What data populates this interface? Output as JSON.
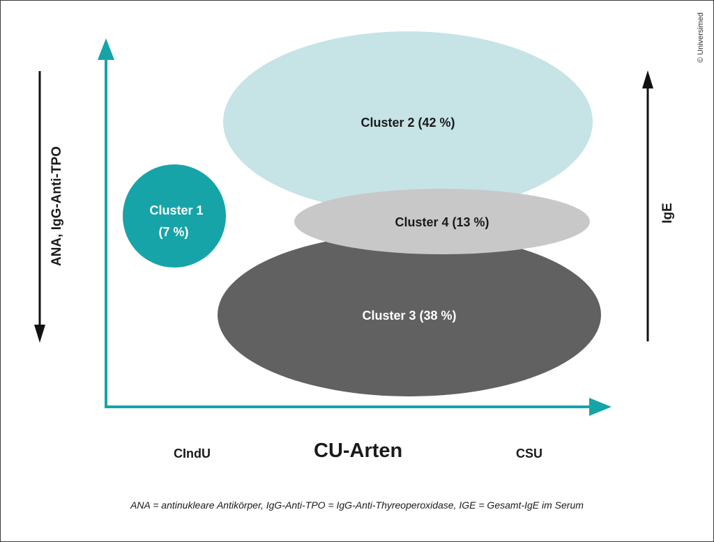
{
  "colors": {
    "teal": "#16a4a8",
    "cluster1": "#16a4a8",
    "cluster2": "#c6e3e6",
    "cluster4": "#c8c8c8",
    "cluster3": "#616161",
    "arrow_black": "#111111"
  },
  "clusters": {
    "c1": {
      "line1": "Cluster 1",
      "line2": "(7 %)"
    },
    "c2": {
      "label": "Cluster 2 (42 %)"
    },
    "c4": {
      "label": "Cluster 4 (13 %)"
    },
    "c3": {
      "label": "Cluster 3 (38 %)"
    }
  },
  "axes": {
    "x_left": "CIndU",
    "x_title": "CU-Arten",
    "x_right": "CSU",
    "y_left": "ANA, IgG-Anti-TPO",
    "y_right": "IgE"
  },
  "copyright": "© Universimed",
  "caption": "ANA = antinukleare Antikörper, IgG-Anti-TPO = IgG-Anti-Thyreoperoxidase, IGE = Gesamt-IgE im Serum"
}
